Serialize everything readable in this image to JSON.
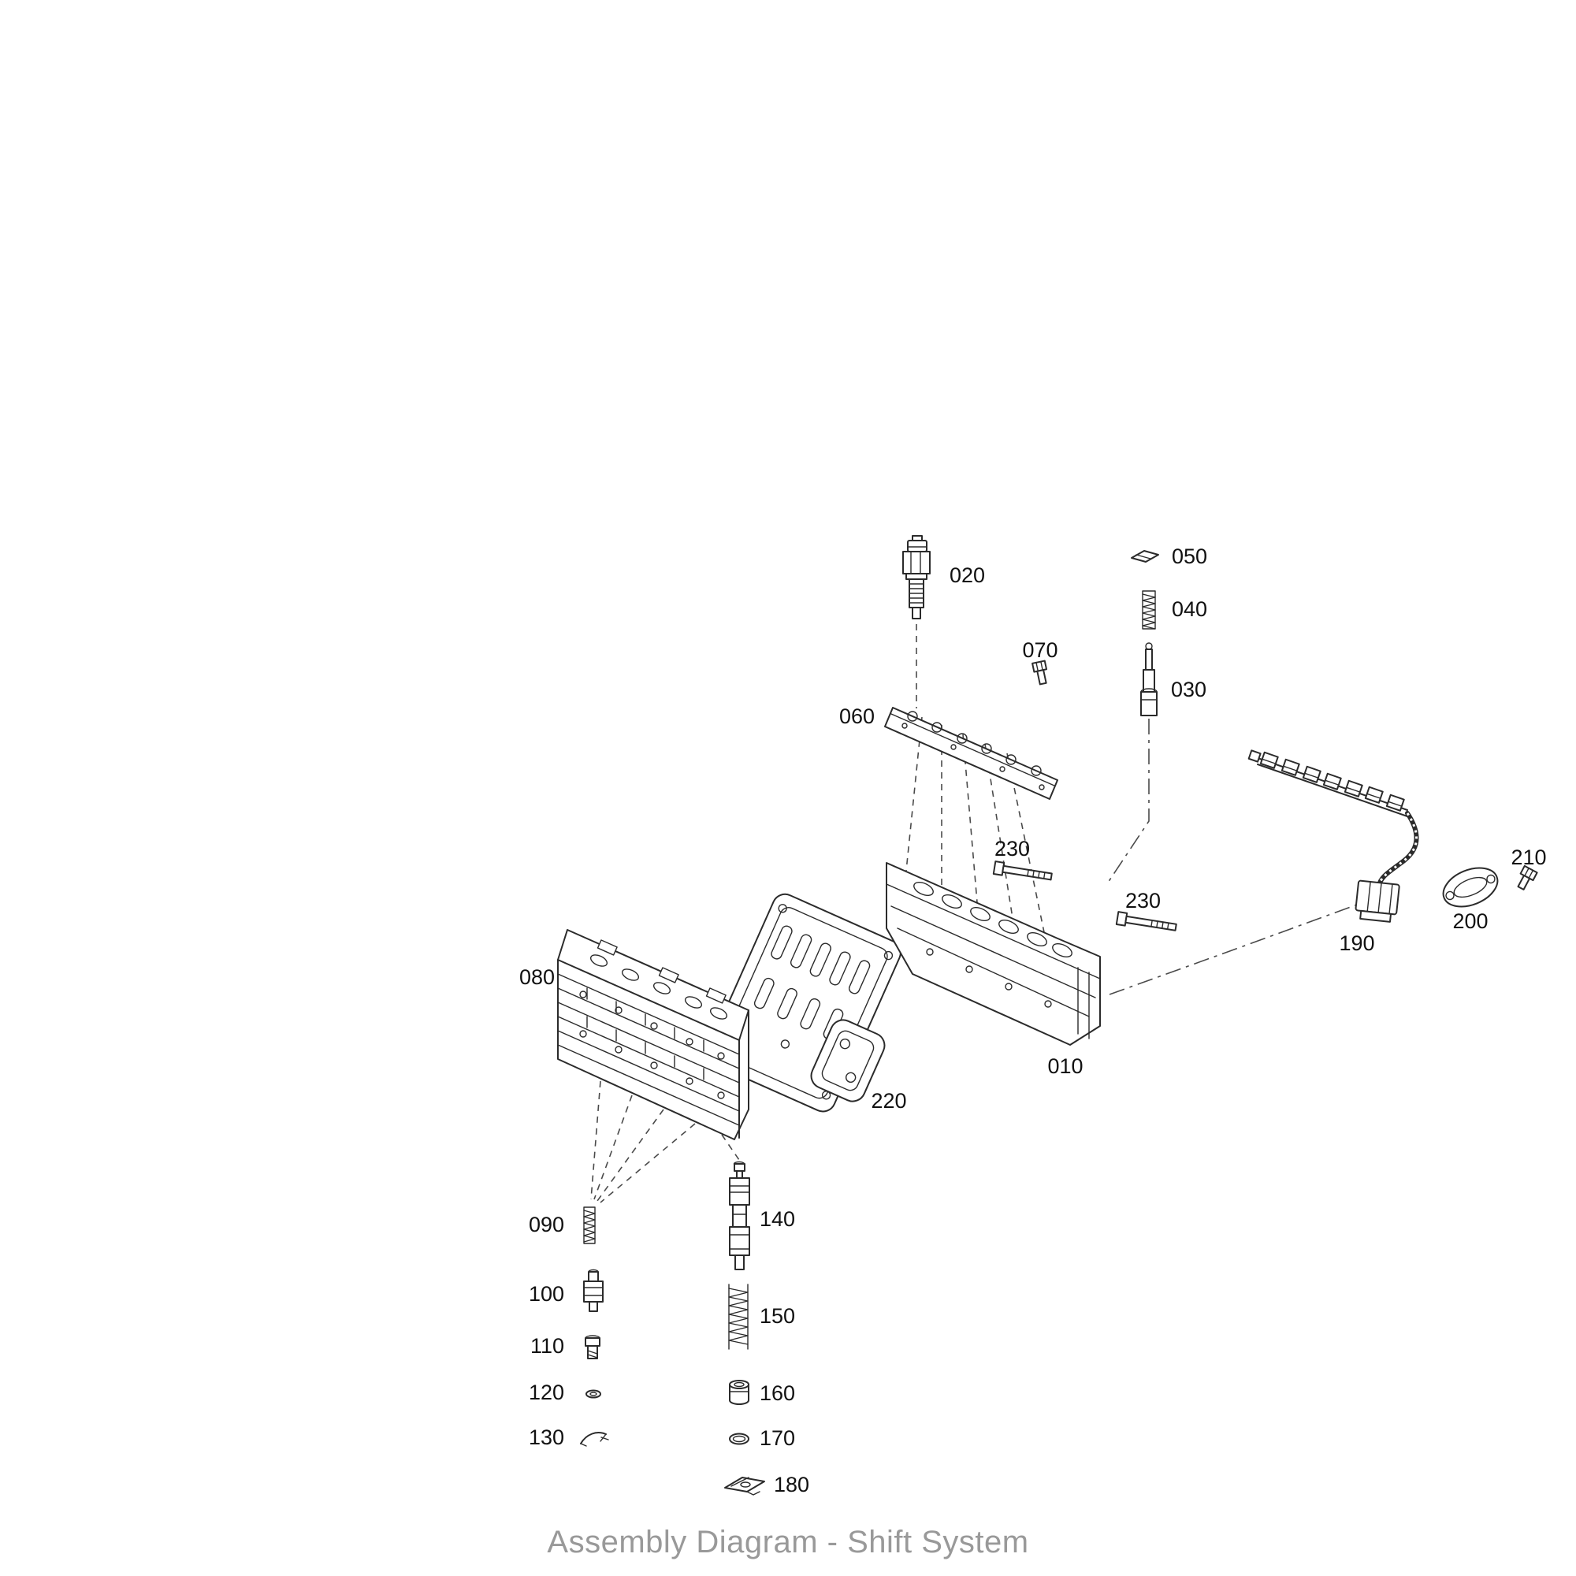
{
  "title": "Assembly Diagram - Shift System",
  "colors": {
    "line": "#2b2b2b",
    "label": "#111111",
    "title_text": "#999999",
    "background": "#ffffff"
  },
  "callouts": [
    {
      "label": "020"
    },
    {
      "label": "050"
    },
    {
      "label": "040"
    },
    {
      "label": "070"
    },
    {
      "label": "030"
    },
    {
      "label": "060"
    },
    {
      "label": "230"
    },
    {
      "label": "230"
    },
    {
      "label": "210"
    },
    {
      "label": "200"
    },
    {
      "label": "190"
    },
    {
      "label": "080"
    },
    {
      "label": "010"
    },
    {
      "label": "220"
    },
    {
      "label": "090"
    },
    {
      "label": "140"
    },
    {
      "label": "100"
    },
    {
      "label": "150"
    },
    {
      "label": "110"
    },
    {
      "label": "160"
    },
    {
      "label": "120"
    },
    {
      "label": "170"
    },
    {
      "label": "130"
    },
    {
      "label": "180"
    }
  ]
}
